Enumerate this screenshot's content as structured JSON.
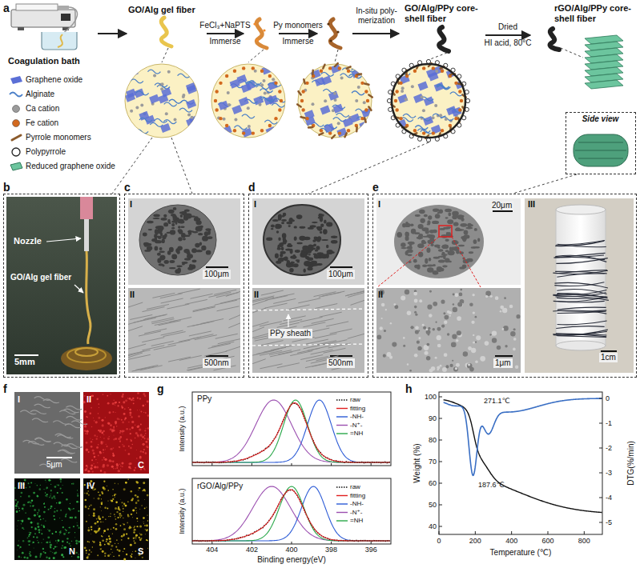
{
  "diagram": {
    "nodes": [
      {
        "text": [
          "Coagulation bath"
        ]
      },
      {
        "text": [
          "GO/Alg gel fiber"
        ]
      },
      {
        "text": [
          "GO/Alg/PPy core-shell fiber"
        ]
      },
      {
        "text": [
          "rGO/Alg/PPy core-shell fiber"
        ]
      },
      {
        "text": [
          "Side view"
        ]
      },
      {
        "text": [
          "b",
          "Nozzle",
          "GO/Alg gel fiber",
          "5mm"
        ]
      },
      {
        "text": [
          "c",
          "I",
          "100μm",
          "II",
          "500nm"
        ]
      },
      {
        "text": [
          "d",
          "I",
          "100μm",
          "II",
          "PPy sheath",
          "500nm"
        ]
      },
      {
        "text": [
          "e",
          "I",
          "20μm",
          "II",
          "1μm",
          "III",
          "1cm"
        ]
      }
    ],
    "edges": [
      {
        "from": 0,
        "to": 1,
        "arrow": "to"
      }
    ],
    "labels": [
      "a",
      "FeCl₃+NaPTS",
      "Immerse",
      "Py monomers",
      "Immerse",
      "In-situ poly- merization",
      "Dried",
      "HI acid, 80°C",
      "f",
      "I",
      "5μm",
      "II",
      "C",
      "III",
      "N",
      "IV",
      "S",
      "g",
      "PPy",
      "Intensity (a.u.)",
      "rGO/Alg/PPy",
      "Intensity (a.u.)",
      "404",
      "402",
      "400",
      "398",
      "396",
      "Binding energy(eV)",
      "h",
      "100",
      "90",
      "80",
      "70",
      "60",
      "50",
      "40",
      "Weight (%)",
      "0",
      "-1",
      "-2",
      "-3",
      "-4",
      "-5",
      "DTG(%/min)",
      "0",
      "200",
      "400",
      "600",
      "800",
      "Temperature (℃)",
      "187.6℃",
      "271.1℃"
    ],
    "legend": [
      {
        "text": "Graphene oxide"
      },
      {
        "text": "Alginate"
      },
      {
        "text": "Ca cation",
        "color": "#9b9b9b"
      },
      {
        "text": "Fe cation",
        "color": "#d2691e"
      },
      {
        "text": "Pyrrole monomers"
      },
      {
        "text": "Polypyrrole"
      },
      {
        "text": "Reduced graphene oxide"
      },
      {
        "text": "raw"
      },
      {
        "text": "fitting"
      },
      {
        "text": "-NH-"
      },
      {
        "text": "-N⁺-"
      },
      {
        "text": "=NH"
      },
      {
        "text": "raw"
      },
      {
        "text": "fitting"
      },
      {
        "text": "-NH-"
      },
      {
        "text": "-N⁺-"
      },
      {
        "text": "=NH"
      }
    ]
  }
}
